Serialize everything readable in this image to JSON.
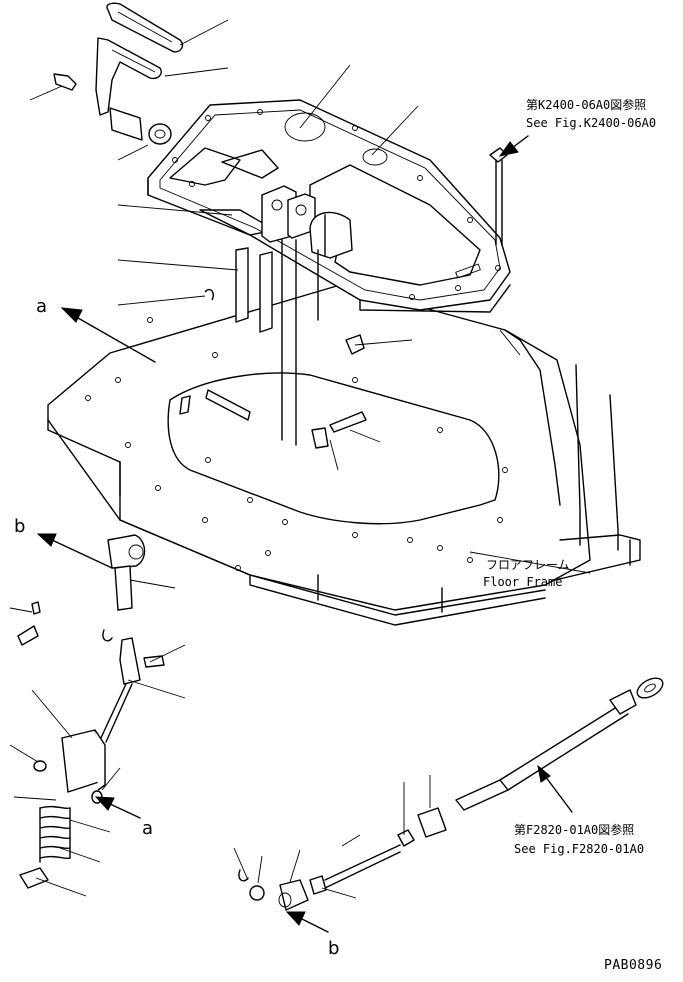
{
  "references": {
    "top_jp": "第K2400-06A0図参照",
    "top_en": "See Fig.K2400-06A0",
    "floor_jp": "フロアフレーム",
    "floor_en": "Floor Frame",
    "bottom_jp": "第F2820-01A0図参照",
    "bottom_en": "See Fig.F2820-01A0"
  },
  "letters": {
    "a_top": "a",
    "b_left": "b",
    "a_bottom": "a",
    "b_bottom": "b"
  },
  "drawing_code": "PAB0896"
}
